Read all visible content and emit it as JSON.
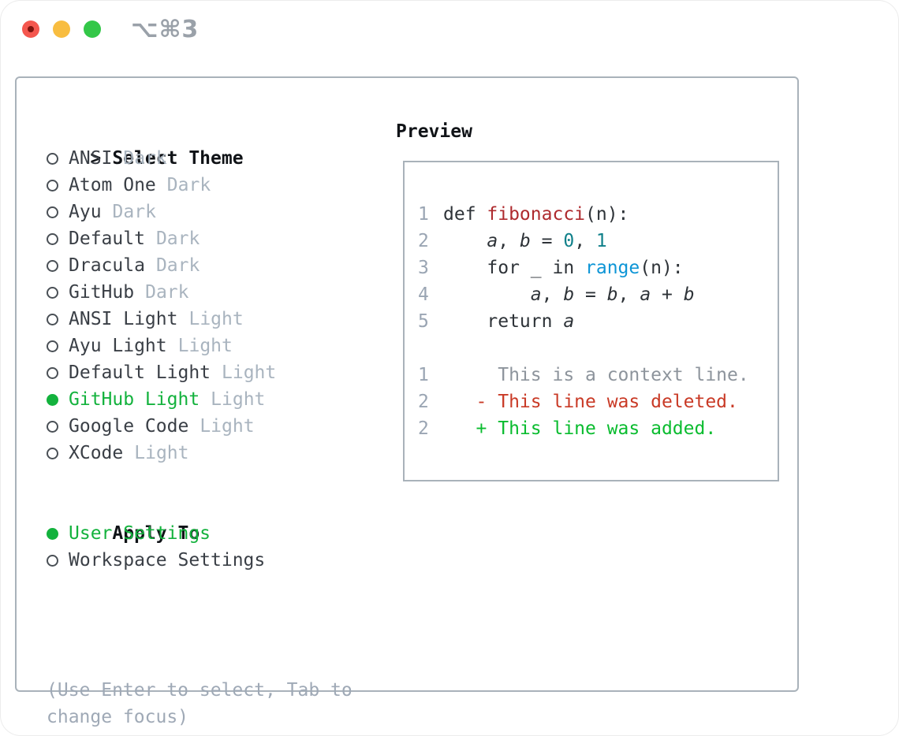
{
  "titlebar": {
    "shortcut": "⌥⌘3"
  },
  "theme_list": {
    "title_prefix": ">",
    "title": "Select Theme",
    "items": [
      {
        "label": "ANSI",
        "badge": "Dark",
        "selected": false
      },
      {
        "label": "Atom One",
        "badge": "Dark",
        "selected": false
      },
      {
        "label": "Ayu",
        "badge": "Dark",
        "selected": false
      },
      {
        "label": "Default",
        "badge": "Dark",
        "selected": false
      },
      {
        "label": "Dracula",
        "badge": "Dark",
        "selected": false
      },
      {
        "label": "GitHub",
        "badge": "Dark",
        "selected": false
      },
      {
        "label": "ANSI Light",
        "badge": "Light",
        "selected": false
      },
      {
        "label": "Ayu Light",
        "badge": "Light",
        "selected": false
      },
      {
        "label": "Default Light",
        "badge": "Light",
        "selected": false
      },
      {
        "label": "GitHub Light",
        "badge": "Light",
        "selected": true
      },
      {
        "label": "Google Code",
        "badge": "Light",
        "selected": false
      },
      {
        "label": "XCode",
        "badge": "Light",
        "selected": false
      }
    ]
  },
  "apply_to": {
    "title": "Apply To",
    "options": [
      {
        "label": "User Settings",
        "selected": true
      },
      {
        "label": "Workspace Settings",
        "selected": false
      }
    ]
  },
  "hint": {
    "line1": "(Use Enter to select, Tab to",
    "line2": "change focus)"
  },
  "preview": {
    "title": "Preview",
    "code_lines": [
      {
        "num": "1",
        "tokens": [
          {
            "t": "def ",
            "c": "plain"
          },
          {
            "t": "fibonacci",
            "c": "func"
          },
          {
            "t": "(n):",
            "c": "plain"
          }
        ]
      },
      {
        "num": "2",
        "tokens": [
          {
            "t": "    ",
            "c": "plain"
          },
          {
            "t": "a",
            "c": "var"
          },
          {
            "t": ", ",
            "c": "plain"
          },
          {
            "t": "b",
            "c": "var"
          },
          {
            "t": " = ",
            "c": "plain"
          },
          {
            "t": "0",
            "c": "num"
          },
          {
            "t": ", ",
            "c": "plain"
          },
          {
            "t": "1",
            "c": "num"
          }
        ]
      },
      {
        "num": "3",
        "tokens": [
          {
            "t": "    for _ in ",
            "c": "plain"
          },
          {
            "t": "range",
            "c": "builtin"
          },
          {
            "t": "(n):",
            "c": "plain"
          }
        ]
      },
      {
        "num": "4",
        "tokens": [
          {
            "t": "        ",
            "c": "plain"
          },
          {
            "t": "a",
            "c": "var"
          },
          {
            "t": ", ",
            "c": "plain"
          },
          {
            "t": "b",
            "c": "var"
          },
          {
            "t": " = ",
            "c": "plain"
          },
          {
            "t": "b",
            "c": "var"
          },
          {
            "t": ", ",
            "c": "plain"
          },
          {
            "t": "a",
            "c": "var"
          },
          {
            "t": " + ",
            "c": "plain"
          },
          {
            "t": "b",
            "c": "var"
          }
        ]
      },
      {
        "num": "5",
        "tokens": [
          {
            "t": "    return ",
            "c": "plain"
          },
          {
            "t": "a",
            "c": "var"
          }
        ]
      }
    ],
    "diff_lines": [
      {
        "num": "1",
        "tokens": [
          {
            "t": "     This is a context line.",
            "c": "ctx"
          }
        ]
      },
      {
        "num": "2",
        "tokens": [
          {
            "t": "   - This line was deleted.",
            "c": "del"
          }
        ]
      },
      {
        "num": "2",
        "tokens": [
          {
            "t": "   + This line was added.",
            "c": "add"
          }
        ]
      }
    ]
  },
  "colors": {
    "tl_red": "#f4574e",
    "tl_red_dot": "#7e130d",
    "tl_yellow": "#f8bd40",
    "tl_green": "#33c748",
    "shortcut_gray": "#9aa1a9",
    "panel_border": "#a9b2ba",
    "title_black": "#101317",
    "label_dark": "#3a3f46",
    "badge_gray": "#a9b4bf",
    "radio_ring": "#4a5056",
    "sel_green": "#13b23d",
    "hint_gray": "#9fa9b6",
    "line_num": "#9aa5b3",
    "plain_code": "#2e3338",
    "func_red": "#ae2a2e",
    "num_teal": "#10808a",
    "builtin_blue": "#0d95d6",
    "ctx_gray": "#8d949c",
    "del_red": "#c93a26",
    "add_green": "#0abc2f"
  }
}
